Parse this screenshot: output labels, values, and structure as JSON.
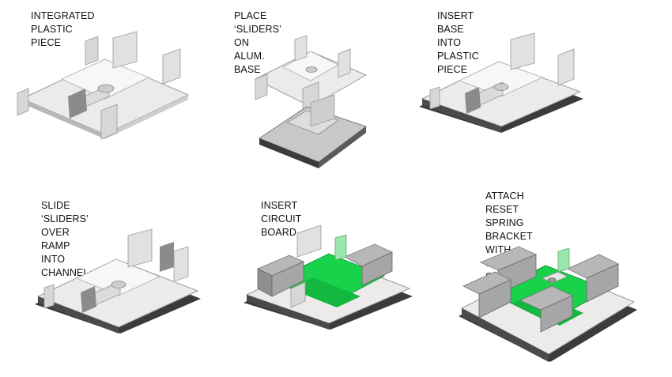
{
  "steps": [
    {
      "caption": "INTEGRATED PLASTIC PIECE",
      "icon": "plastic-piece-illustration"
    },
    {
      "caption": "PLACE ‘SLIDERS’ ON ALUM. BASE",
      "icon": "sliders-on-base-illustration"
    },
    {
      "caption": "INSERT BASE INTO PLASTIC PIECE",
      "icon": "base-in-plastic-illustration"
    },
    {
      "caption": "SLIDE ‘SLIDERS’ OVER RAMP INTO\nCHANNEL",
      "icon": "sliders-into-channel-illustration"
    },
    {
      "caption": "INSERT CIRCUIT BOARD",
      "icon": "circuit-board-illustration"
    },
    {
      "caption": "ATTACH RESET SPRING\nBRACKET WITH SCREW,\nSECURING CIRCUIT BOARD",
      "icon": "reset-spring-bracket-illustration"
    }
  ],
  "colors": {
    "plastic": "#ecebea",
    "plastic_shadow": "#b9b8b6",
    "base": "#3b3b3b",
    "board": "#19d24b",
    "usb": "#9a9a9a"
  }
}
